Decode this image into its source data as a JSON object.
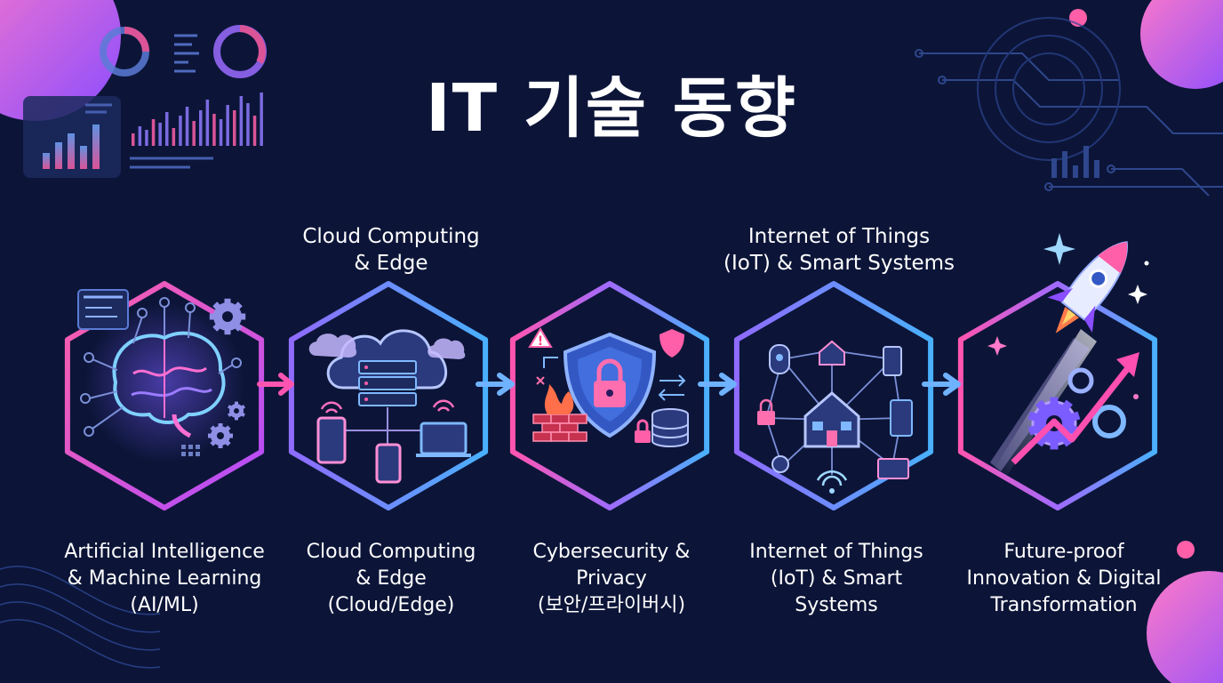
{
  "title": "IT 기술 동향",
  "top_labels": [
    "Cloud Computing\n& Edge",
    "Internet of Things\n(IoT) & Smart Systems"
  ],
  "stages": [
    {
      "caption": "Artificial Intelligence\n& Machine Learning\n(AI/ML)",
      "icon": "brain-icon"
    },
    {
      "caption": "Cloud Computing\n& Edge\n(Cloud/Edge)",
      "icon": "cloud-server-icon"
    },
    {
      "caption": "Cybersecurity &\nPrivacy\n(보안/프라이버시)",
      "icon": "shield-lock-icon"
    },
    {
      "caption": "Internet of Things\n(IoT) & Smart\nSystems",
      "icon": "smart-home-icon"
    },
    {
      "caption": "Future-proof\nInnovation & Digital\nTransformation",
      "icon": "rocket-icon"
    }
  ],
  "colors": {
    "background": "#0c1538",
    "pink": "#ff4fb0",
    "purple": "#9b6bff",
    "blue": "#4aa8ff",
    "cyan": "#5fd6ff"
  }
}
